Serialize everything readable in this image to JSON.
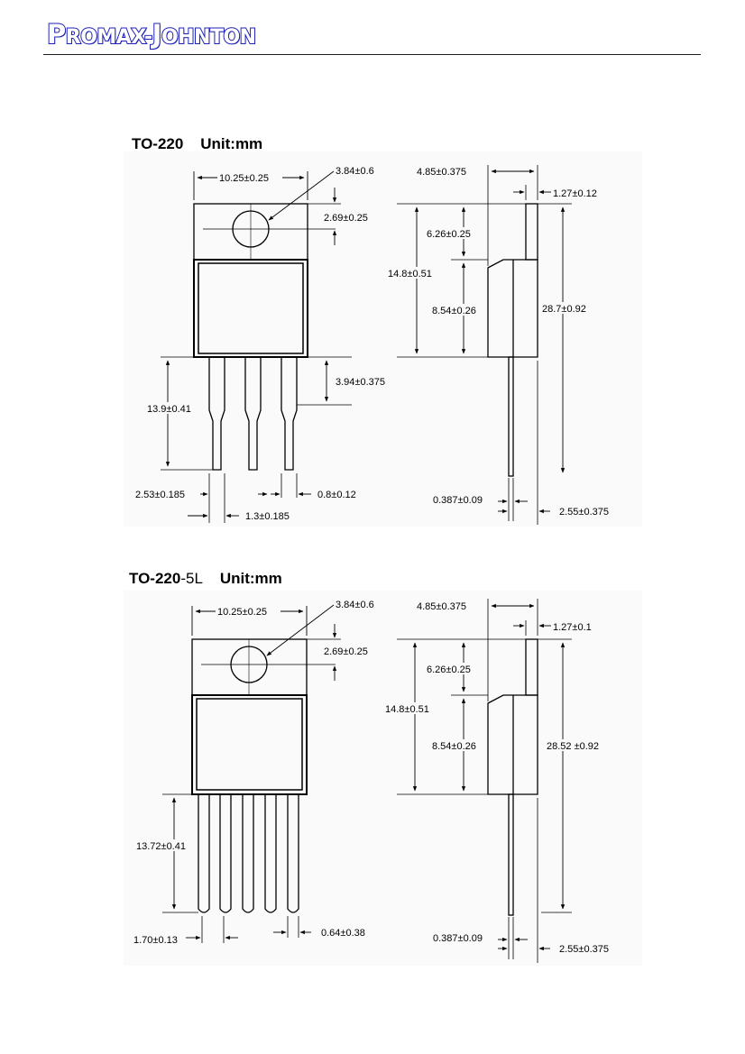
{
  "header": {
    "logo": {
      "p": "P",
      "romax": "ROMAX",
      "dash": "-",
      "j": "J",
      "ohnton": "OHNTON"
    }
  },
  "packages": [
    {
      "title": "TO-220",
      "unit": "Unit:mm",
      "dims": {
        "body_width": "10.25±0.25",
        "hole_dia": "3.84±0.6",
        "hole_offset": "2.69±0.25",
        "lead_length": "13.9±0.41",
        "lead_shoulder": "3.94±0.375",
        "lead_pitch": "2.53±0.185",
        "lead_width_wide": "1.3±0.185",
        "lead_width": "0.8±0.12",
        "total_thickness": "4.85±0.375",
        "tab_thickness": "1.27±0.12",
        "tab_height": "6.26±0.25",
        "body_height": "14.8±0.51",
        "plastic_height": "8.54±0.26",
        "overall_height": "28.7±0.92",
        "lead_thickness": "0.387±0.09",
        "lead_offset": "2.55±0.375"
      }
    },
    {
      "title": "TO-220",
      "suffix": "-5L",
      "unit": "Unit:mm",
      "dims": {
        "body_width": "10.25±0.25",
        "hole_dia": "3.84±0.6",
        "hole_offset": "2.69±0.25",
        "lead_length": "13.72±0.41",
        "lead_pitch": "1.70±0.13",
        "lead_width": "0.64±0.38",
        "total_thickness": "4.85±0.375",
        "tab_thickness": "1.27±0.1",
        "tab_height": "6.26±0.25",
        "body_height": "14.8±0.51",
        "plastic_height": "8.54±0.26",
        "overall_height": "28.52 ±0.92",
        "lead_thickness": "0.387±0.09",
        "lead_offset": "2.55±0.375"
      }
    }
  ]
}
